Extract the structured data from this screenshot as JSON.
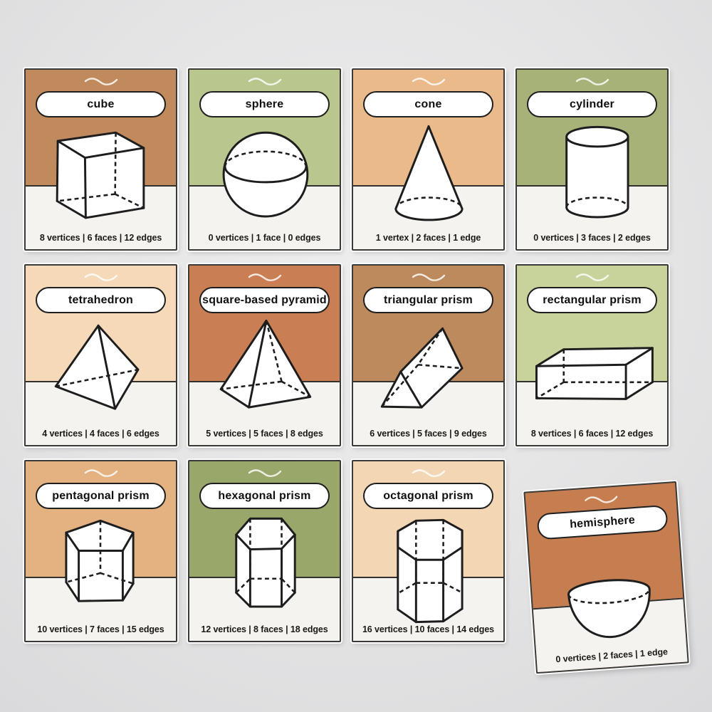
{
  "page": {
    "background_color": "#e4e4e5",
    "card_bottom_color": "#f5f3ef",
    "card_border_color": "#3a3a38",
    "ink_color": "#1d1d1d"
  },
  "cards": [
    {
      "name": "cube",
      "shape": "cube",
      "color": "#c08a5c",
      "stats": "8 vertices | 6 faces | 12 edges"
    },
    {
      "name": "sphere",
      "shape": "sphere",
      "color": "#b9c78e",
      "stats": "0 vertices | 1 face | 0 edges"
    },
    {
      "name": "cone",
      "shape": "cone",
      "color": "#eaba8b",
      "stats": "1 vertex | 2 faces | 1 edge"
    },
    {
      "name": "cylinder",
      "shape": "cylinder",
      "color": "#a7b279",
      "stats": "0 vertices | 3 faces | 2 edges"
    },
    {
      "name": "tetrahedron",
      "shape": "tetrahedron",
      "color": "#f5d9b8",
      "stats": "4 vertices | 4 faces | 6 edges"
    },
    {
      "name": "square-based pyramid",
      "shape": "square_pyramid",
      "color": "#c97e54",
      "stats": "5 vertices | 5 faces | 8 edges"
    },
    {
      "name": "triangular prism",
      "shape": "triangular_prism",
      "color": "#bd8a5e",
      "stats": "6 vertices | 5 faces | 9 edges"
    },
    {
      "name": "rectangular prism",
      "shape": "rectangular_prism",
      "color": "#c8d39c",
      "stats": "8 vertices | 6 faces | 12 edges"
    },
    {
      "name": "pentagonal prism",
      "shape": "pentagonal_prism",
      "color": "#e4b181",
      "stats": "10 vertices | 7 faces | 15 edges"
    },
    {
      "name": "hexagonal prism",
      "shape": "hexagonal_prism",
      "color": "#9aa76a",
      "stats": "12 vertices | 8 faces | 18 edges"
    },
    {
      "name": "octagonal prism",
      "shape": "octagonal_prism",
      "color": "#f3d6b4",
      "stats": "16 vertices | 10 faces | 14 edges"
    },
    {
      "name": "hemisphere",
      "shape": "hemisphere",
      "color": "#c67e51",
      "stats": "0 vertices | 2 faces | 1 edge",
      "rotated": true
    }
  ]
}
